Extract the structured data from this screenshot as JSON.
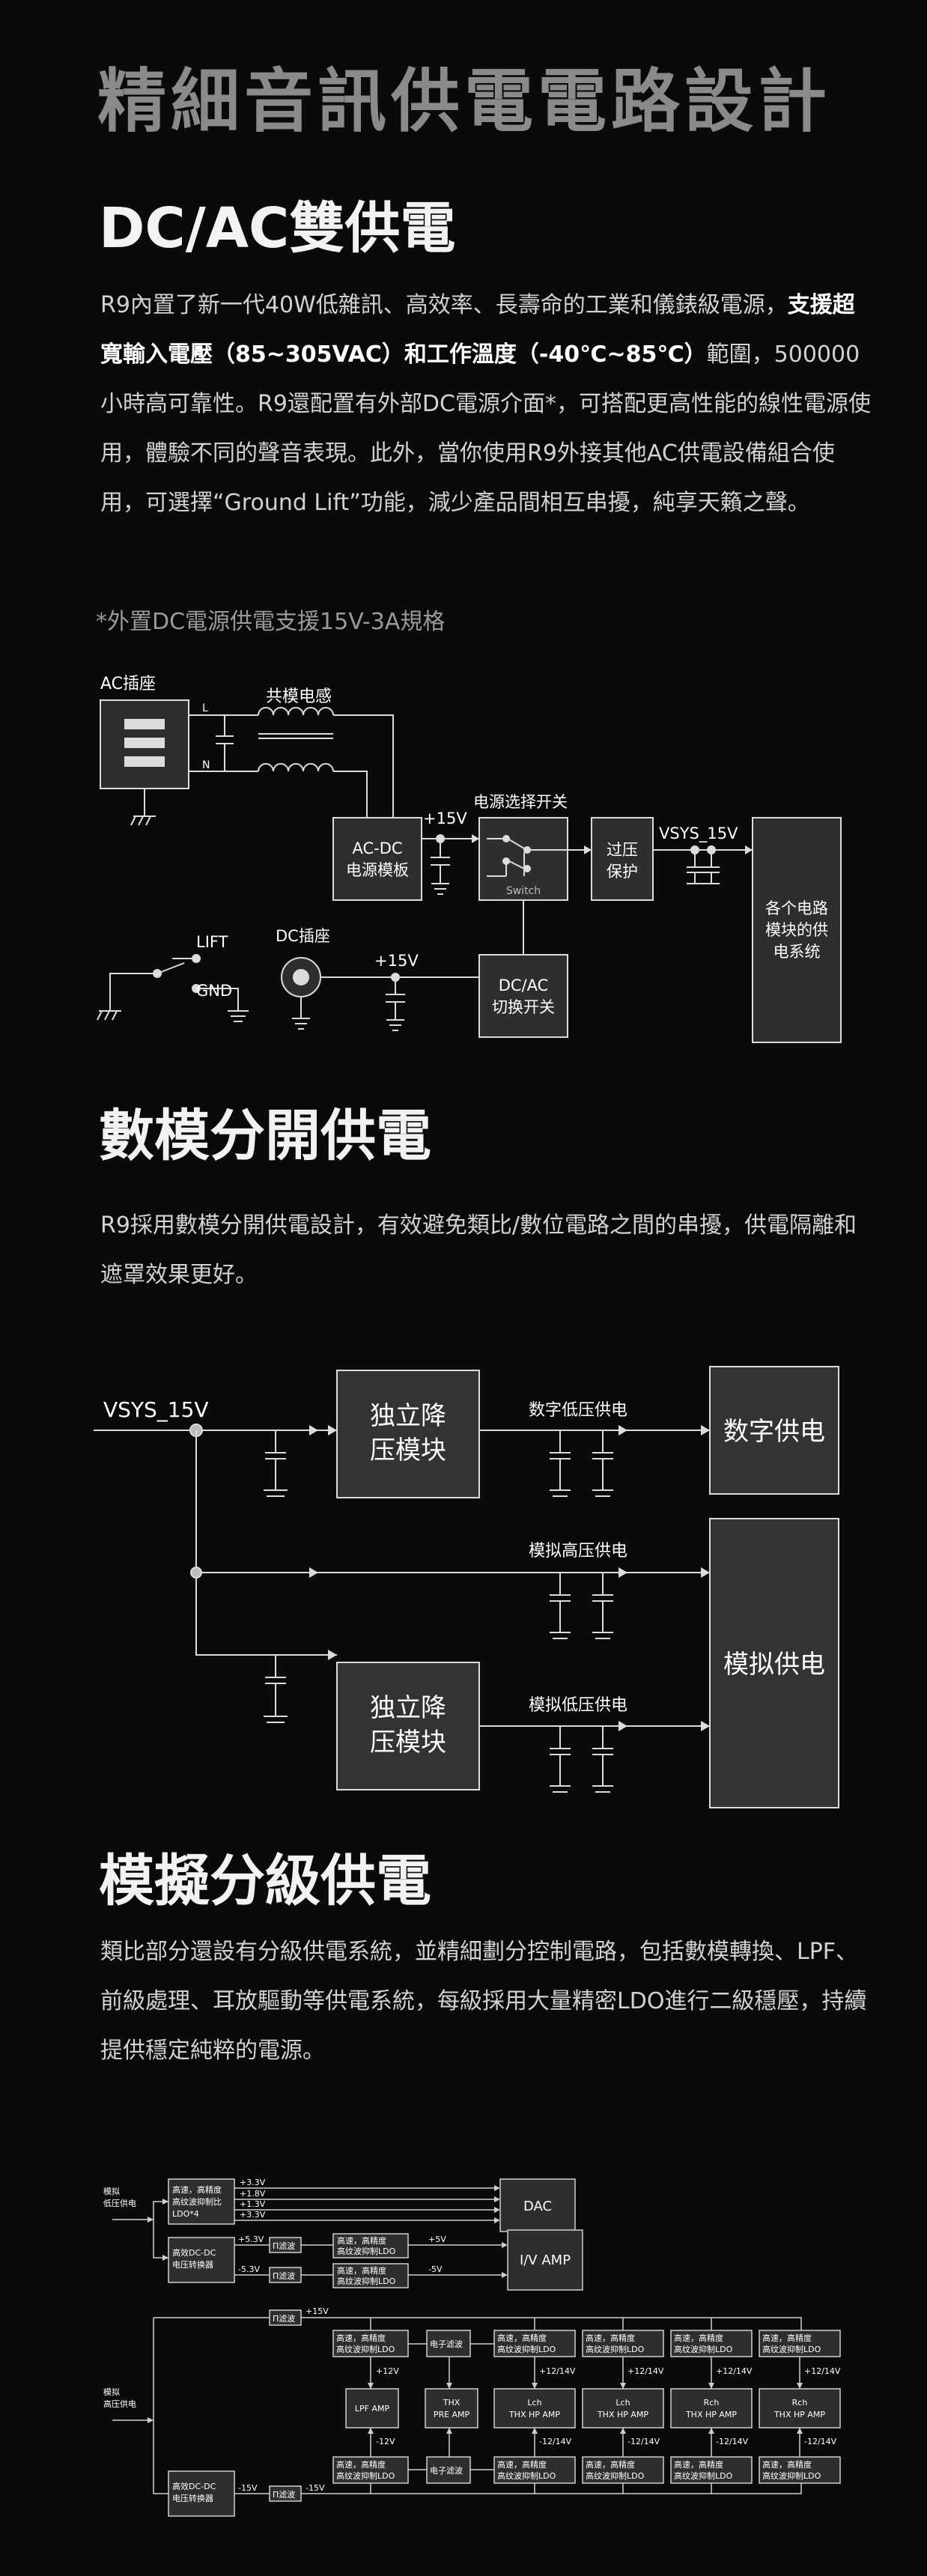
{
  "page_title": "精細音訊供電電路設計",
  "sections": [
    {
      "title": "DC/AC雙供電",
      "paragraph": {
        "p1": "R9內置了新一代40W低雜訊、高效率、長壽命的工業和儀錶級電源，",
        "p2": "支援超寬輸入電壓（85~305VAC）和工作溫度（-40℃~85℃）",
        "p3": "範圍，500000小時高可靠性。R9還配置有外部DC電源介面*，可搭配更高性能的線性電源使用，體驗不同的聲音表現。此外，當你使用R9外接其他AC供電設備組合使用，可選擇“Ground Lift”功能，減少產品間相互串擾，純享天籟之聲。"
      },
      "note": "*外置DC電源供電支援15V-3A規格"
    },
    {
      "title": "數模分開供電",
      "paragraph": "R9採用數模分開供電設計，有效避免類比/數位電路之間的串擾，供電隔離和遮罩效果更好。"
    },
    {
      "title": "模擬分級供電",
      "paragraph": "類比部分還設有分級供電系統，並精細劃分控制電路，包括數模轉換、LPF、前級處理、耳放驅動等供電系統，每級採用大量精密LDO進行二級穩壓，持續提供穩定純粹的電源。"
    }
  ],
  "diagram1": {
    "ac_socket": "AC插座",
    "common_mode": "共模电感",
    "l_label": "L",
    "n_label": "N",
    "acdc_line1": "AC-DC",
    "acdc_line2": "电源模板",
    "v15_1": "+15V",
    "switch_title": "电源选择开关",
    "switch_label": "Switch",
    "ovp_line1": "过压",
    "ovp_line2": "保护",
    "vsys": "VSYS_15V",
    "sys_line1": "各个电路",
    "sys_line2": "模块的供",
    "sys_line3": "电系统",
    "lift": "LIFT",
    "gnd": "GND",
    "dc_socket": "DC插座",
    "v15_2": "+15V",
    "dcac_line1": "DC/AC",
    "dcac_line2": "切换开关",
    "plus": "+"
  },
  "diagram2": {
    "vsys": "VSYS_15V",
    "reg1_line1": "独立降",
    "reg1_line2": "压模块",
    "reg2_line1": "独立降",
    "reg2_line2": "压模块",
    "digital_low": "数字低压供电",
    "analog_high": "模拟高压供电",
    "analog_low": "模拟低压供电",
    "digital_out": "数字供电",
    "analog_out": "模拟供电",
    "plus": "+"
  },
  "diagram3": {
    "analog_low": [
      "模拟",
      "低压供电"
    ],
    "analog_high": [
      "模拟",
      "高压供电"
    ],
    "ldo4": [
      "高速，高精度",
      "高纹波抑制比",
      "LDO*4"
    ],
    "rails_dac": [
      "+3.3V",
      "+1.8V",
      "+1.3V",
      "+3.3V"
    ],
    "dac": "DAC",
    "dcdc1": [
      "高效DC-DC",
      "电压转换器"
    ],
    "v53p": "+5.3V",
    "v53n": "-5.3V",
    "filter": "П滤波",
    "ldo": [
      "高速，高精度",
      "高纹波抑制LDO"
    ],
    "v5p": "+5V",
    "v5n": "-5V",
    "iv_amp": "I/V AMP",
    "v15p": "+15V",
    "v15n": "-15V",
    "e_filter": "电子滤波",
    "v12p": "+12V",
    "v12n": "-12V",
    "v1214p": "+12/14V",
    "v1214n": "-12/14V",
    "lpf": "LPF AMP",
    "thx_pre": [
      "THX",
      "PRE AMP"
    ],
    "lch": [
      "Lch",
      "THX HP AMP"
    ],
    "rch": [
      "Rch",
      "THX HP AMP"
    ],
    "dcdc2": [
      "高效DC-DC",
      "电压转换器"
    ]
  }
}
